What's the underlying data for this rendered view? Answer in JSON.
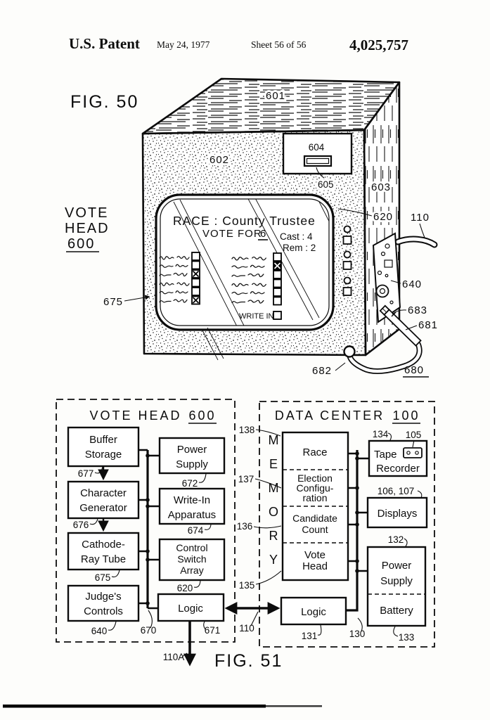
{
  "header": {
    "title": "U.S. Patent",
    "date": "May 24, 1977",
    "sheet": "Sheet 56 of 56",
    "patent_number": "4,025,757"
  },
  "fig50": {
    "figure_label": "FIG. 50",
    "device_label": {
      "line1": "VOTE",
      "line2": "HEAD",
      "line3": "600"
    },
    "refs": {
      "r601": "601",
      "r602": "602",
      "r603": "603",
      "r604": "604",
      "r605": "605",
      "r620": "620",
      "r110": "110",
      "r640": "640",
      "r683": "683",
      "r681": "681",
      "r682": "682",
      "r680": "680",
      "r675": "675"
    },
    "screen": {
      "race_line": "RACE : County Trustee",
      "vote_for": "VOTE FOR",
      "vote_for_count": "6",
      "cast": "Cast : 4",
      "rem": "Rem : 2",
      "write_in_label": "WRITE IN",
      "write_in_checked": false,
      "left_candidates": [
        {
          "checked": false
        },
        {
          "checked": false
        },
        {
          "checked": true
        },
        {
          "checked": false
        },
        {
          "checked": false
        },
        {
          "checked": true
        }
      ],
      "right_candidates": [
        {
          "checked": false
        },
        {
          "checked": true,
          "filled": true
        },
        {
          "checked": false
        },
        {
          "checked": false
        },
        {
          "checked": false
        },
        {
          "checked": false
        }
      ]
    }
  },
  "fig51": {
    "figure_label": "FIG. 51",
    "link_ref": "110",
    "down_ref": "110A",
    "vote_head": {
      "title": "VOTE HEAD",
      "title_ref": "600",
      "bus_ref": "670",
      "blocks": {
        "buffer": {
          "line1": "Buffer",
          "line2": "Storage",
          "ref": "677"
        },
        "chargen": {
          "line1": "Character",
          "line2": "Generator",
          "ref": "676"
        },
        "crt": {
          "line1": "Cathode-",
          "line2": "Ray Tube",
          "ref": "675"
        },
        "judges": {
          "line1": "Judge's",
          "line2": "Controls",
          "ref": "640"
        },
        "power": {
          "line1": "Power",
          "line2": "Supply",
          "ref": "672"
        },
        "writein": {
          "line1": "Write-In",
          "line2": "Apparatus",
          "ref": "674"
        },
        "switcharray": {
          "line1": "Control",
          "line2": "Switch",
          "line3": "Array",
          "ref": "620"
        },
        "logic": {
          "line1": "Logic",
          "ref": "671"
        }
      }
    },
    "data_center": {
      "title": "DATA CENTER",
      "title_ref": "100",
      "bus_ref": "130",
      "memory_letters": [
        "M",
        "E",
        "M",
        "O",
        "R",
        "Y"
      ],
      "memory_refs": {
        "r138": "138",
        "r137": "137",
        "r136": "136",
        "r135": "135"
      },
      "memory_sections": {
        "race": {
          "line1": "Race"
        },
        "election": {
          "line1": "Election",
          "line2": "Configu-",
          "line3": "ration"
        },
        "candidate": {
          "line1": "Candidate",
          "line2": "Count"
        },
        "votehead": {
          "line1": "Vote",
          "line2": "Head"
        }
      },
      "blocks": {
        "tape": {
          "line1": "Tape",
          "line2": "Recorder",
          "ref_a": "134",
          "ref_b": "105"
        },
        "displays": {
          "line1": "Displays",
          "ref": "106, 107"
        },
        "powerbattery": {
          "power_line1": "Power",
          "power_line2": "Supply",
          "battery_line1": "Battery",
          "ref_power": "132",
          "ref_battery": "133"
        },
        "logic": {
          "line1": "Logic",
          "ref": "131"
        }
      }
    }
  }
}
